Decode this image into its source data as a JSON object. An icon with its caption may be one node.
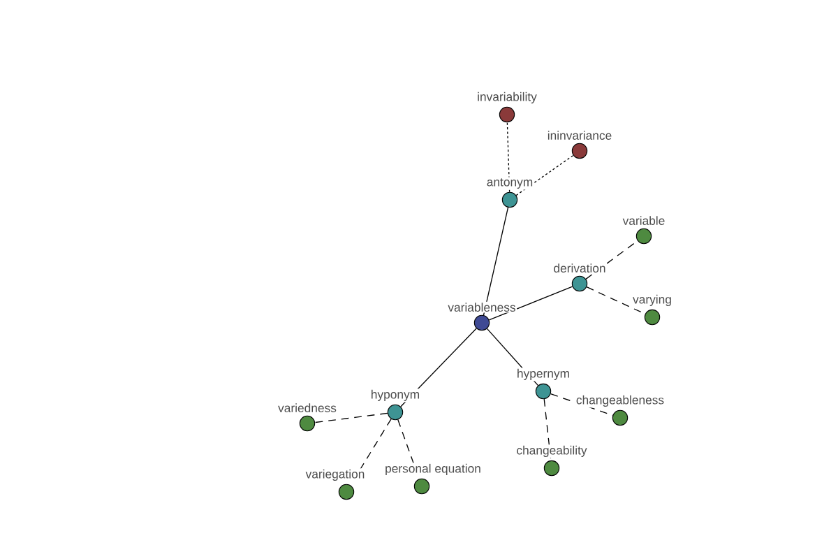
{
  "diagram": {
    "nodes": [
      {
        "text": [
          "variableness"
        ]
      },
      {
        "text": [
          "antonym"
        ]
      },
      {
        "text": [
          "invariability"
        ]
      },
      {
        "text": [
          "ininvariance"
        ]
      },
      {
        "text": [
          "derivation"
        ]
      },
      {
        "text": [
          "variable"
        ]
      },
      {
        "text": [
          "varying"
        ]
      },
      {
        "text": [
          "hyponym"
        ]
      },
      {
        "text": [
          "variedness"
        ]
      },
      {
        "text": [
          "variegation"
        ]
      },
      {
        "text": [
          "personal equation"
        ]
      },
      {
        "text": [
          "hypernym"
        ]
      },
      {
        "text": [
          "changeableness"
        ]
      },
      {
        "text": [
          "changeability"
        ]
      }
    ],
    "edges": [
      {
        "from": 0,
        "to": 1,
        "arrow": "none"
      },
      {
        "from": 0,
        "to": 4,
        "arrow": "none"
      },
      {
        "from": 0,
        "to": 7,
        "arrow": "none"
      },
      {
        "from": 0,
        "to": 11,
        "arrow": "none"
      },
      {
        "from": 1,
        "to": 2,
        "arrow": "none",
        "style": "dashed"
      },
      {
        "from": 1,
        "to": 3,
        "arrow": "none",
        "style": "dashed"
      },
      {
        "from": 4,
        "to": 5,
        "arrow": "none",
        "style": "dashed"
      },
      {
        "from": 4,
        "to": 6,
        "arrow": "none",
        "style": "dashed"
      },
      {
        "from": 7,
        "to": 8,
        "arrow": "none",
        "style": "dashed"
      },
      {
        "from": 7,
        "to": 9,
        "arrow": "none",
        "style": "dashed"
      },
      {
        "from": 7,
        "to": 10,
        "arrow": "none",
        "style": "dashed"
      },
      {
        "from": 11,
        "to": 12,
        "arrow": "none",
        "style": "dashed"
      },
      {
        "from": 11,
        "to": 13,
        "arrow": "none",
        "style": "dashed"
      }
    ]
  }
}
